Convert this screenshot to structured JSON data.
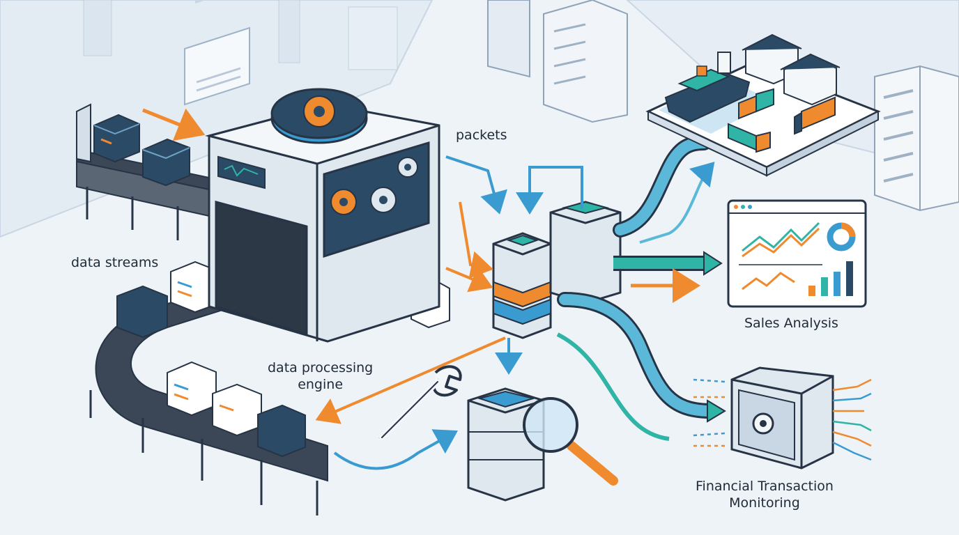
{
  "labels": {
    "data_streams": "data streams",
    "packets": "packets",
    "engine_line1": "data processing",
    "engine_line2": "engine",
    "sales": "Sales Analysis",
    "financial_line1": "Financial Transaction",
    "financial_line2": "Monitoring"
  },
  "colors": {
    "outline": "#263445",
    "teal": "#2fb4a6",
    "blue": "#3a9bd1",
    "orange": "#ef8a2e",
    "navy": "#2b4a66",
    "background": "#eef3f8"
  },
  "icons": [
    "gear-icon",
    "line-chart-icon",
    "donut-chart-icon",
    "bar-chart-icon",
    "magnifier-icon",
    "wrench-icon",
    "safe-icon",
    "ship-icon",
    "truck-icon",
    "warehouse-icon",
    "server-rack-icon",
    "document-icon"
  ]
}
